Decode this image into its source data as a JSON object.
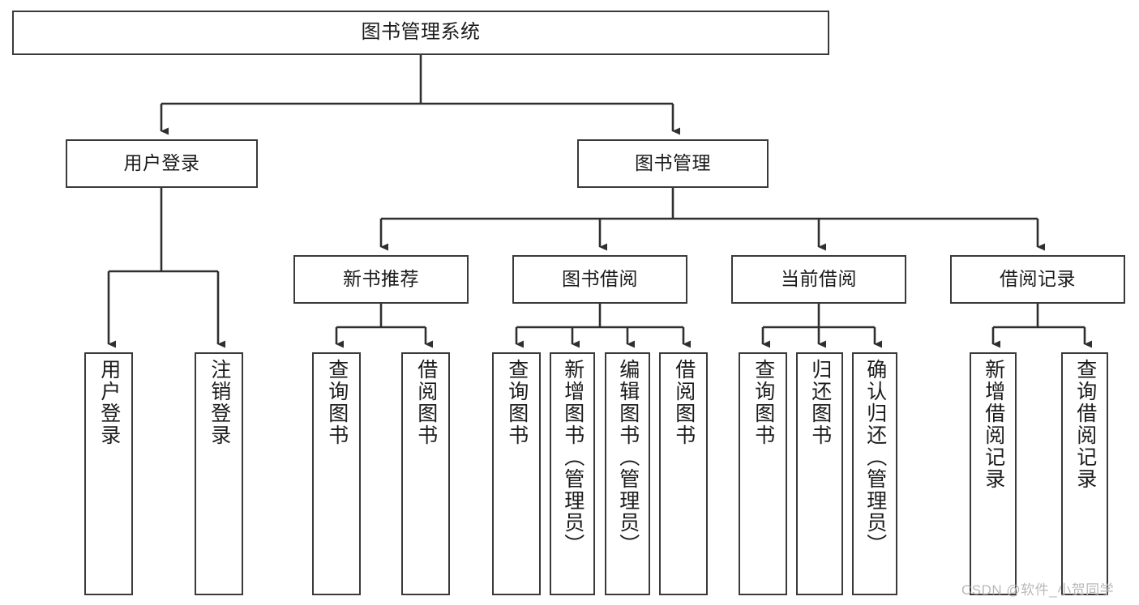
{
  "diagram": {
    "title": "图书管理系统",
    "type": "function-structure-tree",
    "colors": {
      "box_border": "#3a3a3a",
      "box_fill": "#ffffff",
      "edge": "#2f2f2f",
      "text": "#1b1b1b",
      "watermark": "#b9b9b9",
      "background": "#ffffff"
    },
    "watermark": "CSDN @软件_小贺同学",
    "levels": {
      "root": {
        "label": "图书管理系统"
      },
      "level2": [
        {
          "label": "用户登录"
        },
        {
          "label": "图书管理"
        }
      ],
      "level3": [
        {
          "label": "新书推荐"
        },
        {
          "label": "图书借阅"
        },
        {
          "label": "当前借阅"
        },
        {
          "label": "借阅记录"
        }
      ],
      "leaves": {
        "user_login": [
          {
            "label": "用户登录"
          },
          {
            "label": "注销登录"
          }
        ],
        "new_book_recommend": [
          {
            "label": "查询图书"
          },
          {
            "label": "借阅图书"
          }
        ],
        "book_borrow": [
          {
            "label": "查询图书"
          },
          {
            "label": "新增图书（管理员）"
          },
          {
            "label": "编辑图书（管理员）"
          },
          {
            "label": "借阅图书"
          }
        ],
        "current_borrow": [
          {
            "label": "查询图书"
          },
          {
            "label": "归还图书"
          },
          {
            "label": "确认归还（管理员）"
          }
        ],
        "borrow_record": [
          {
            "label": "新增借阅记录"
          },
          {
            "label": "查询借阅记录"
          }
        ]
      }
    }
  }
}
